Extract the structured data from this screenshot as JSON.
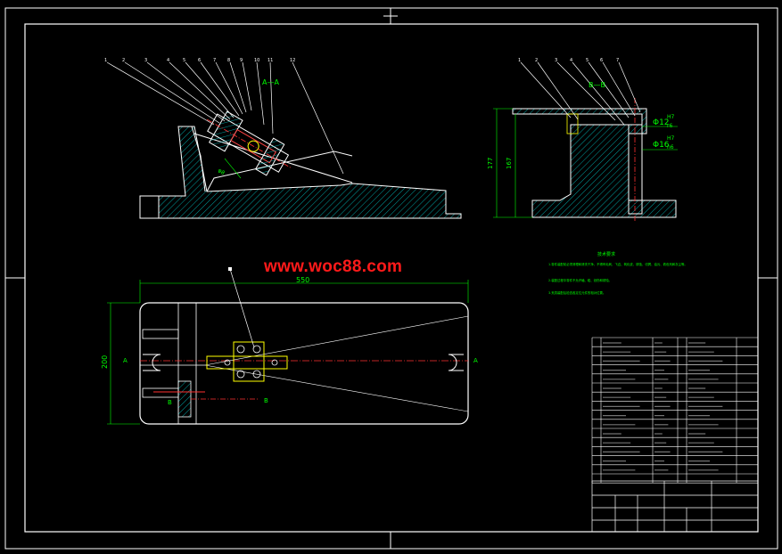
{
  "drawing": {
    "watermark": "www.woc88.com",
    "section_aa_label": "A—A",
    "section_bb_label": "B—B",
    "dims": {
      "angle_phi": "φ8",
      "h177": "177",
      "h167": "167",
      "d12": "Φ12",
      "d16": "Φ16",
      "tol_h7_a": "H7",
      "tol_r6": "r6",
      "tol_h7_b": "H7",
      "tol_n6": "n6",
      "len550": "550",
      "w200": "200",
      "view_a_left": "A",
      "view_a_right": "A",
      "view_b_left": "B",
      "view_b_right": "B"
    },
    "notes_title": "技术要求",
    "notes": [
      "1.零件装配前必须清理和清洗干净，不得有毛刺、飞边、氧化皮、锈蚀、切屑、油污、着色剂和灰尘等。",
      "2.装配过程中零件不允许磕、碰、划伤和锈蚀。",
      "3.夹具装配后检查各定位元件的相对位置。"
    ]
  },
  "colors": {
    "background": "#000000",
    "outline": "#ffffff",
    "part": "#ffffff",
    "hatch": "#00c8c8",
    "centerline": "#ff3030",
    "dimension": "#00ff00",
    "accent": "#ffff00",
    "watermark": "#ff1a1a"
  }
}
